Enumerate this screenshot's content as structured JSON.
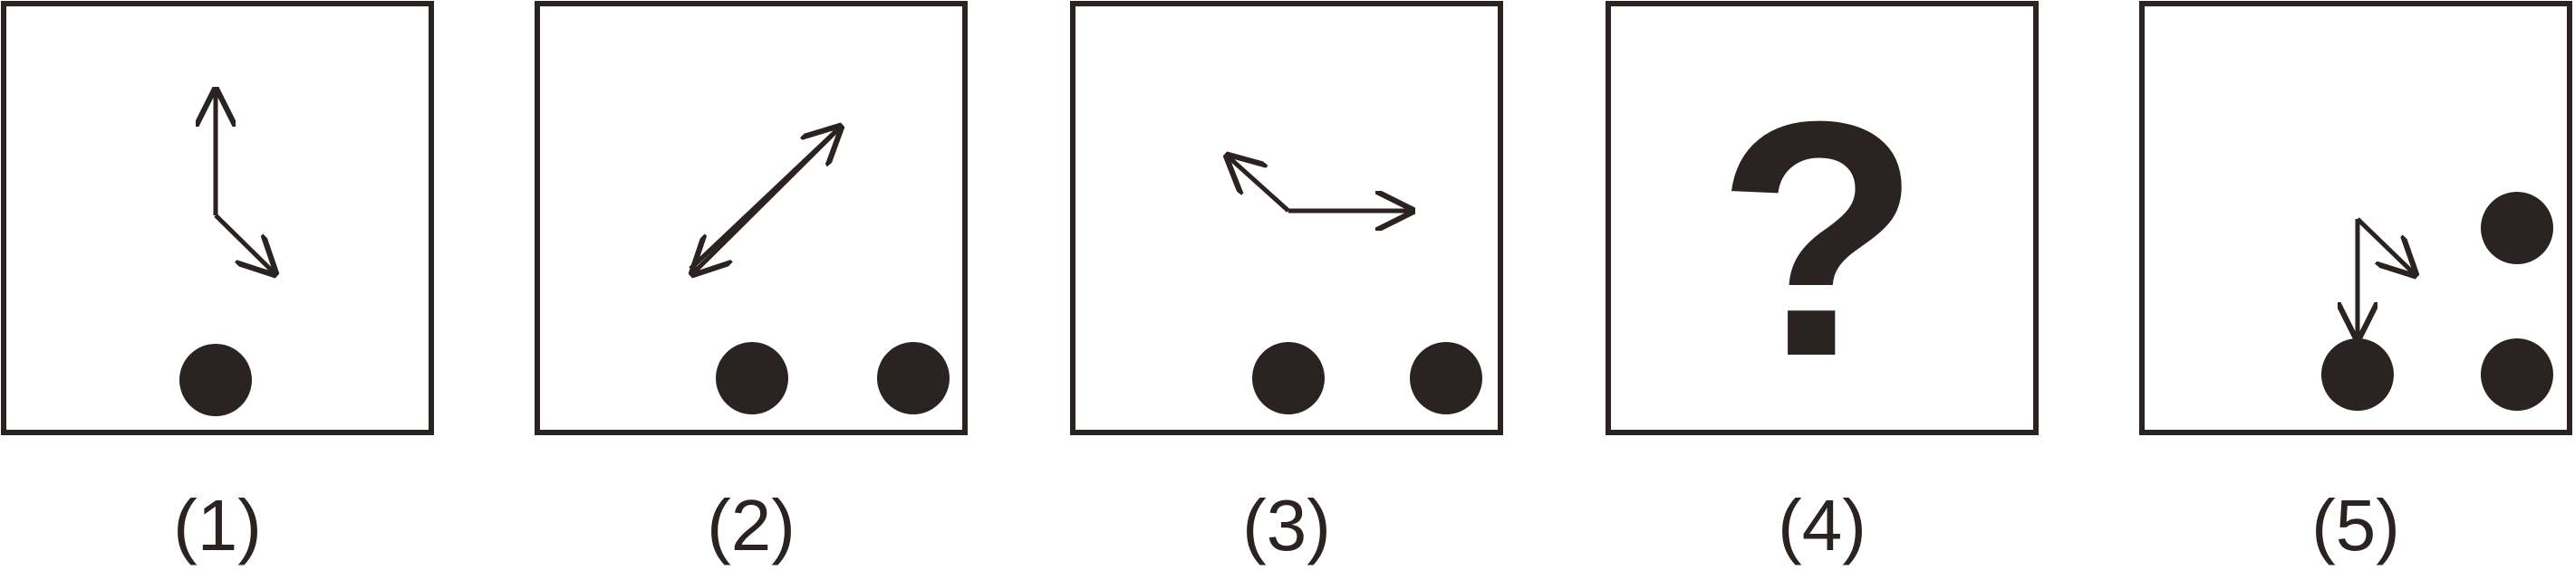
{
  "colors": {
    "ink": "#2b2321",
    "background": "#ffffff"
  },
  "panels": [
    {
      "caption": "(1)",
      "content": "arrows-and-dots"
    },
    {
      "caption": "(2)",
      "content": "arrows-and-dots"
    },
    {
      "caption": "(3)",
      "content": "arrows-and-dots"
    },
    {
      "caption": "(4)",
      "content": "question",
      "symbol": "?"
    },
    {
      "caption": "(5)",
      "content": "arrows-and-dots"
    }
  ]
}
